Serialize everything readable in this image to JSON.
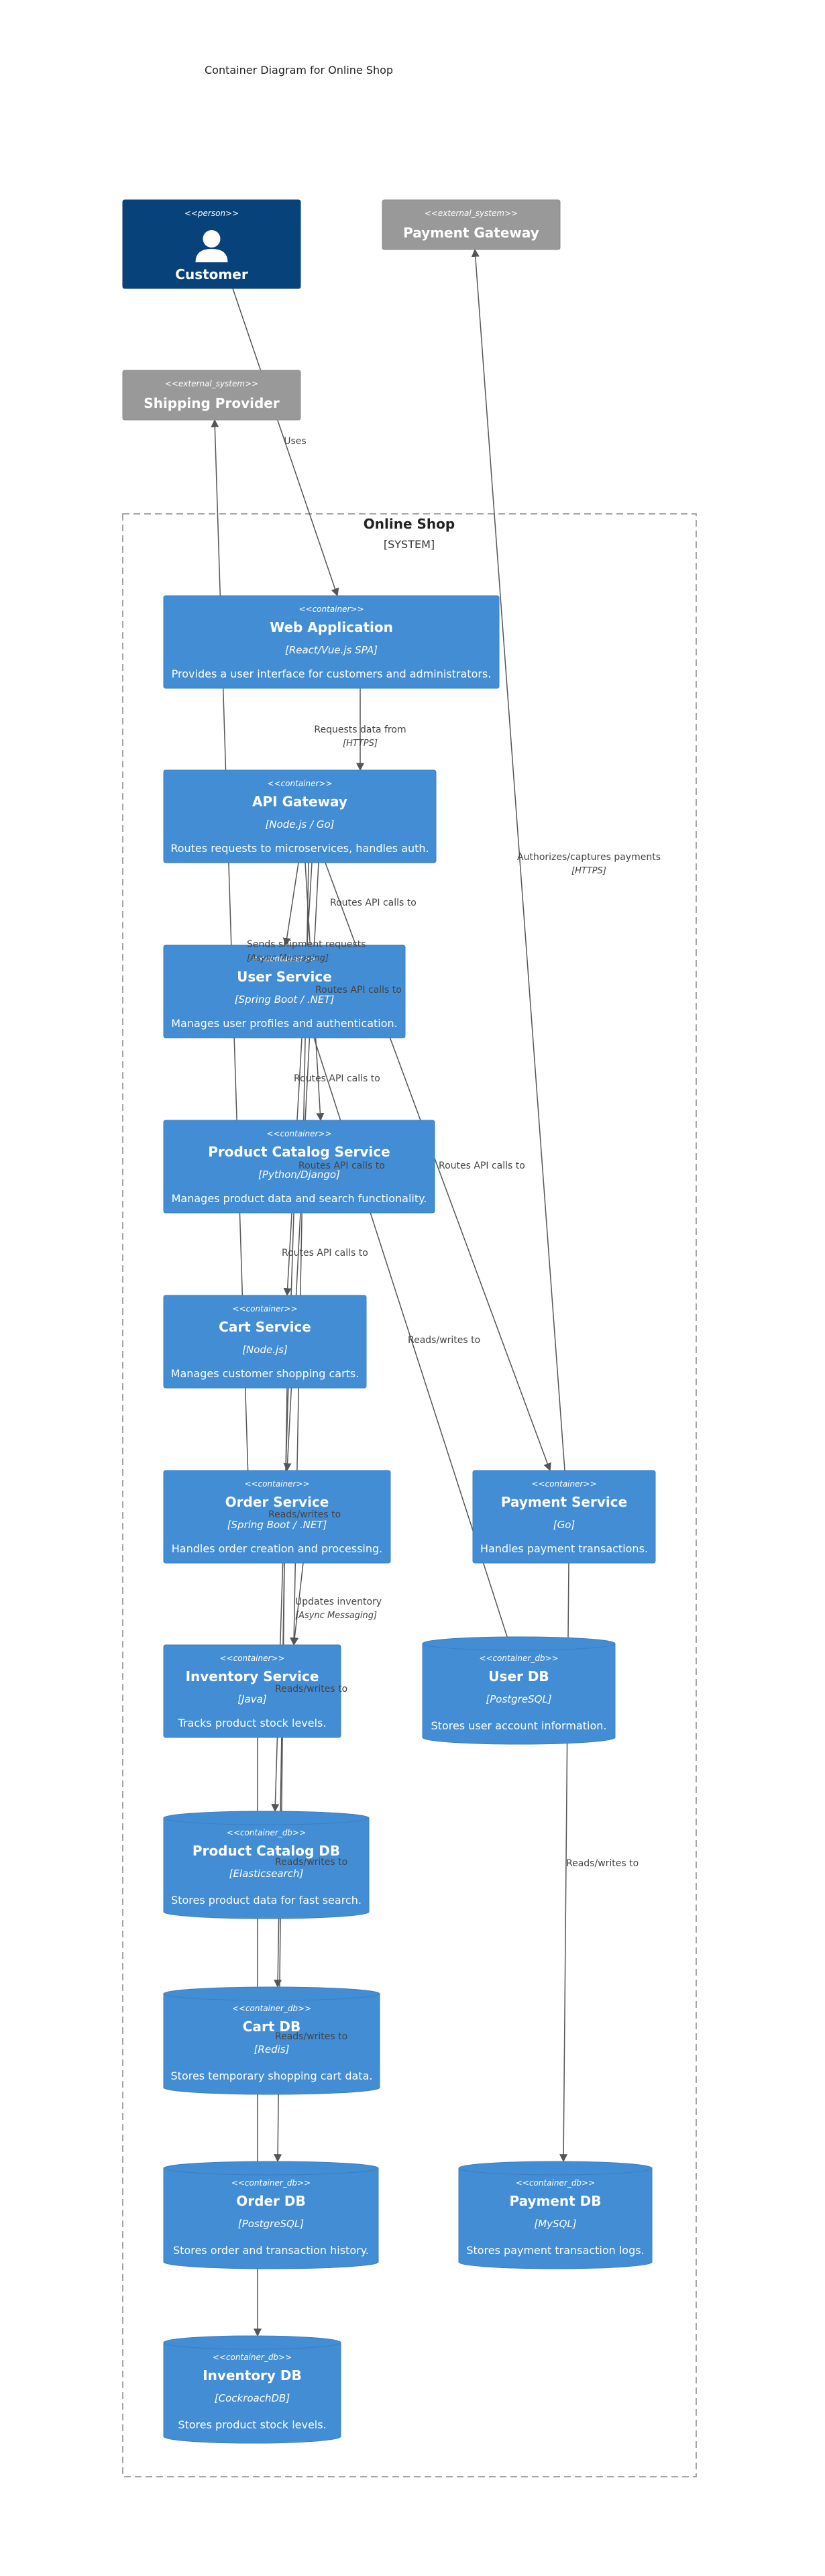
{
  "title": "Container Diagram for Online Shop",
  "boundary": {
    "name": "Online Shop",
    "type": "[SYSTEM]"
  },
  "colors": {
    "person": "#08427b",
    "external": "#999999",
    "container": "#438dd5",
    "edge": "#555555",
    "boundary_border": "#888888"
  },
  "nodes": [
    {
      "id": "customer",
      "kind": "person",
      "stereotype": "<<person>>",
      "name": "Customer",
      "tech": "",
      "desc": ""
    },
    {
      "id": "payment_gateway",
      "kind": "external",
      "stereotype": "<<external_system>>",
      "name": "Payment Gateway",
      "tech": "",
      "desc": ""
    },
    {
      "id": "shipping_provider",
      "kind": "external",
      "stereotype": "<<external_system>>",
      "name": "Shipping Provider",
      "tech": "",
      "desc": ""
    },
    {
      "id": "web_app",
      "kind": "container",
      "stereotype": "<<container>>",
      "name": "Web Application",
      "tech": "[React/Vue.js SPA]",
      "desc": "Provides a user interface for customers and administrators."
    },
    {
      "id": "api_gateway",
      "kind": "container",
      "stereotype": "<<container>>",
      "name": "API Gateway",
      "tech": "[Node.js / Go]",
      "desc": "Routes requests to microservices, handles auth."
    },
    {
      "id": "user_service",
      "kind": "container",
      "stereotype": "<<container>>",
      "name": "User Service",
      "tech": "[Spring Boot / .NET]",
      "desc": "Manages user profiles and authentication."
    },
    {
      "id": "catalog_service",
      "kind": "container",
      "stereotype": "<<container>>",
      "name": "Product Catalog Service",
      "tech": "[Python/Django]",
      "desc": "Manages product data and search functionality."
    },
    {
      "id": "cart_service",
      "kind": "container",
      "stereotype": "<<container>>",
      "name": "Cart Service",
      "tech": "[Node.js]",
      "desc": "Manages customer shopping carts."
    },
    {
      "id": "order_service",
      "kind": "container",
      "stereotype": "<<container>>",
      "name": "Order Service",
      "tech": "[Spring Boot / .NET]",
      "desc": "Handles order creation and processing."
    },
    {
      "id": "payment_service",
      "kind": "container",
      "stereotype": "<<container>>",
      "name": "Payment Service",
      "tech": "[Go]",
      "desc": "Handles payment transactions."
    },
    {
      "id": "inventory_service",
      "kind": "container",
      "stereotype": "<<container>>",
      "name": "Inventory Service",
      "tech": "[Java]",
      "desc": "Tracks product stock levels."
    },
    {
      "id": "user_db",
      "kind": "db",
      "stereotype": "<<container_db>>",
      "name": "User DB",
      "tech": "[PostgreSQL]",
      "desc": "Stores user account information."
    },
    {
      "id": "catalog_db",
      "kind": "db",
      "stereotype": "<<container_db>>",
      "name": "Product Catalog DB",
      "tech": "[Elasticsearch]",
      "desc": "Stores product data for fast search."
    },
    {
      "id": "cart_db",
      "kind": "db",
      "stereotype": "<<container_db>>",
      "name": "Cart DB",
      "tech": "[Redis]",
      "desc": "Stores temporary shopping cart data."
    },
    {
      "id": "order_db",
      "kind": "db",
      "stereotype": "<<container_db>>",
      "name": "Order DB",
      "tech": "[PostgreSQL]",
      "desc": "Stores order and transaction history."
    },
    {
      "id": "payment_db",
      "kind": "db",
      "stereotype": "<<container_db>>",
      "name": "Payment DB",
      "tech": "[MySQL]",
      "desc": "Stores payment transaction logs."
    },
    {
      "id": "inventory_db",
      "kind": "db",
      "stereotype": "<<container_db>>",
      "name": "Inventory DB",
      "tech": "[CockroachDB]",
      "desc": "Stores product stock levels."
    }
  ],
  "edges": [
    {
      "from": "customer",
      "to": "web_app",
      "label": "Uses",
      "tech": ""
    },
    {
      "from": "web_app",
      "to": "api_gateway",
      "label": "Requests data from",
      "tech": "[HTTPS]"
    },
    {
      "from": "api_gateway",
      "to": "user_service",
      "label": "Routes API calls to",
      "tech": ""
    },
    {
      "from": "api_gateway",
      "to": "catalog_service",
      "label": "Routes API calls to",
      "tech": ""
    },
    {
      "from": "api_gateway",
      "to": "cart_service",
      "label": "Routes API calls to",
      "tech": ""
    },
    {
      "from": "api_gateway",
      "to": "order_service",
      "label": "Routes API calls to",
      "tech": ""
    },
    {
      "from": "api_gateway",
      "to": "payment_service",
      "label": "Routes API calls to",
      "tech": ""
    },
    {
      "from": "api_gateway",
      "to": "inventory_service",
      "label": "Routes API calls to",
      "tech": ""
    },
    {
      "from": "user_service",
      "to": "user_db",
      "label": "Reads/writes to",
      "tech": ""
    },
    {
      "from": "catalog_service",
      "to": "catalog_db",
      "label": "Reads/writes to",
      "tech": ""
    },
    {
      "from": "cart_service",
      "to": "cart_db",
      "label": "Reads/writes to",
      "tech": ""
    },
    {
      "from": "order_service",
      "to": "order_db",
      "label": "Reads/writes to",
      "tech": ""
    },
    {
      "from": "order_service",
      "to": "inventory_service",
      "label": "Updates inventory",
      "tech": "[Async Messaging]"
    },
    {
      "from": "order_service",
      "to": "shipping_provider",
      "label": "Sends shipment requests",
      "tech": "[Async Messaging]"
    },
    {
      "from": "payment_service",
      "to": "payment_db",
      "label": "Reads/writes to",
      "tech": ""
    },
    {
      "from": "payment_service",
      "to": "payment_gateway",
      "label": "Authorizes/captures payments",
      "tech": "[HTTPS]"
    },
    {
      "from": "inventory_service",
      "to": "inventory_db",
      "label": "Reads/writes to",
      "tech": ""
    }
  ]
}
